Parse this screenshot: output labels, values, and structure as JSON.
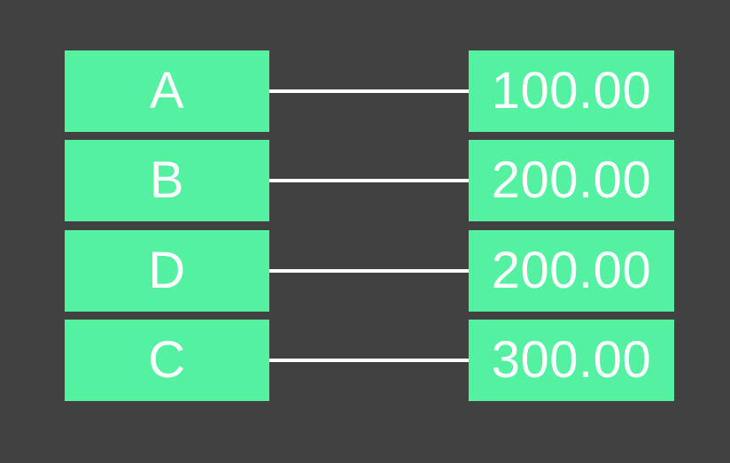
{
  "diagram": {
    "background_color": "#414141",
    "node_color": "#53F1A0",
    "text_color": "#ffffff",
    "connector_color": "#ffffff",
    "rows": [
      {
        "label": "A",
        "value": "100.00"
      },
      {
        "label": "B",
        "value": "200.00"
      },
      {
        "label": "D",
        "value": "200.00"
      },
      {
        "label": "C",
        "value": "300.00"
      }
    ]
  }
}
